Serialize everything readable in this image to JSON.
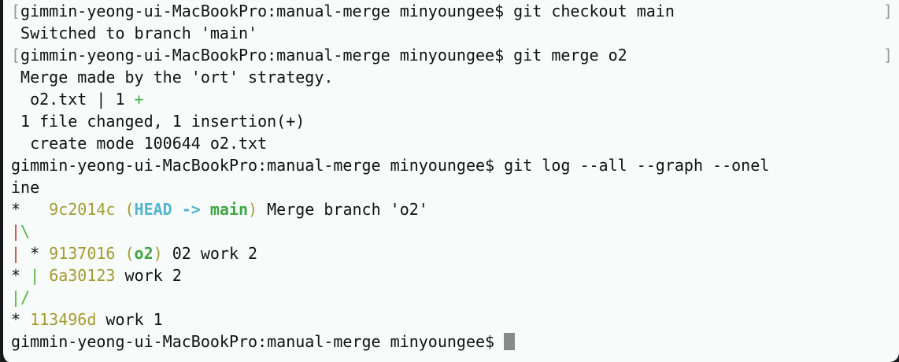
{
  "terminal": {
    "background_color": "#f7fbfa",
    "foreground_color": "#121212",
    "cursor_color": "#8a8a8a",
    "border_color": "#17171a",
    "prompt_marker": "]",
    "prompt": "gimmin-yeong-ui-MacBookPro:manual-merge minyoungee$",
    "colors": {
      "graph_red": "#c0402c",
      "graph_green": "#55ae3f",
      "commit_hash": "#a39b33",
      "head_label": "#52b5cc",
      "branch_label": "#41a545",
      "diff_add": "#4faf4f",
      "bracket_gray": "#9a9a9e"
    },
    "lines": [
      {
        "id": "line-1",
        "name": "prompt-line-checkout",
        "right_marker": "]",
        "segments": [
          {
            "text": "[",
            "style": "c-gray"
          },
          {
            "text": "gimmin-yeong-ui-MacBookPro:manual-merge minyoungee$ git checkout main",
            "style": "c-plain"
          }
        ]
      },
      {
        "id": "line-2",
        "name": "output-switched-branch",
        "right_marker": "",
        "segments": [
          {
            "text": " Switched to branch 'main'",
            "style": "c-plain"
          }
        ]
      },
      {
        "id": "line-3",
        "name": "prompt-line-merge",
        "right_marker": "]",
        "segments": [
          {
            "text": "[",
            "style": "c-gray"
          },
          {
            "text": "gimmin-yeong-ui-MacBookPro:manual-merge minyoungee$ git merge o2",
            "style": "c-plain"
          }
        ]
      },
      {
        "id": "line-4",
        "name": "output-merge-strategy",
        "right_marker": "",
        "segments": [
          {
            "text": " Merge made by the 'ort' strategy.",
            "style": "c-plain"
          }
        ]
      },
      {
        "id": "line-5",
        "name": "output-diffstat-file",
        "right_marker": "",
        "segments": [
          {
            "text": "  o2.txt | 1 ",
            "style": "c-plain"
          },
          {
            "text": "+",
            "style": "c-green"
          }
        ]
      },
      {
        "id": "line-6",
        "name": "output-diffstat-summary",
        "right_marker": "",
        "segments": [
          {
            "text": " 1 file changed, 1 insertion(+)",
            "style": "c-plain"
          }
        ]
      },
      {
        "id": "line-7",
        "name": "output-create-mode",
        "right_marker": "",
        "segments": [
          {
            "text": "  create mode 100644 o2.txt",
            "style": "c-plain"
          }
        ]
      },
      {
        "id": "line-8",
        "name": "prompt-line-git-log",
        "right_marker": "",
        "segments": [
          {
            "text": "gimmin-yeong-ui-MacBookPro:manual-merge minyoungee$ git log --all --graph --onel",
            "style": "c-plain"
          }
        ]
      },
      {
        "id": "line-9",
        "name": "prompt-line-git-log-wrap",
        "right_marker": "",
        "segments": [
          {
            "text": "ine",
            "style": "c-plain"
          }
        ]
      },
      {
        "id": "line-10",
        "name": "log-commit-merge",
        "right_marker": "",
        "segments": [
          {
            "text": "*   ",
            "style": "c-plain"
          },
          {
            "text": "9c2014c ",
            "style": "c-olive"
          },
          {
            "text": "(",
            "style": "c-olive"
          },
          {
            "text": "HEAD -> ",
            "style": "c-cyan-b"
          },
          {
            "text": "main",
            "style": "c-green-b"
          },
          {
            "text": ")",
            "style": "c-olive"
          },
          {
            "text": " Merge branch 'o2'",
            "style": "c-plain"
          }
        ]
      },
      {
        "id": "line-11",
        "name": "log-graph-branch-split",
        "right_marker": "",
        "segments": [
          {
            "text": "|",
            "style": "c-graph-r"
          },
          {
            "text": "\\",
            "style": "c-graph-g"
          }
        ]
      },
      {
        "id": "line-12",
        "name": "log-commit-o2",
        "right_marker": "",
        "segments": [
          {
            "text": "|",
            "style": "c-graph-r"
          },
          {
            "text": " * ",
            "style": "c-plain"
          },
          {
            "text": "9137016 ",
            "style": "c-olive"
          },
          {
            "text": "(",
            "style": "c-olive"
          },
          {
            "text": "o2",
            "style": "c-green-b"
          },
          {
            "text": ")",
            "style": "c-olive"
          },
          {
            "text": " 02 work 2",
            "style": "c-plain"
          }
        ]
      },
      {
        "id": "line-13",
        "name": "log-commit-work2",
        "right_marker": "",
        "segments": [
          {
            "text": "* ",
            "style": "c-plain"
          },
          {
            "text": "|",
            "style": "c-graph-g"
          },
          {
            "text": " ",
            "style": "c-plain"
          },
          {
            "text": "6a30123",
            "style": "c-olive"
          },
          {
            "text": " work 2",
            "style": "c-plain"
          }
        ]
      },
      {
        "id": "line-14",
        "name": "log-graph-branch-join",
        "right_marker": "",
        "segments": [
          {
            "text": "|",
            "style": "c-graph-g"
          },
          {
            "text": "/",
            "style": "c-graph-g"
          }
        ]
      },
      {
        "id": "line-15",
        "name": "log-commit-work1",
        "right_marker": "",
        "segments": [
          {
            "text": "* ",
            "style": "c-plain"
          },
          {
            "text": "113496d",
            "style": "c-olive"
          },
          {
            "text": " work 1",
            "style": "c-plain"
          }
        ]
      },
      {
        "id": "line-16",
        "name": "prompt-line-active",
        "right_marker": "",
        "cursor": true,
        "segments": [
          {
            "text": "gimmin-yeong-ui-MacBookPro:manual-merge minyoungee$ ",
            "style": "c-plain"
          }
        ]
      }
    ]
  }
}
